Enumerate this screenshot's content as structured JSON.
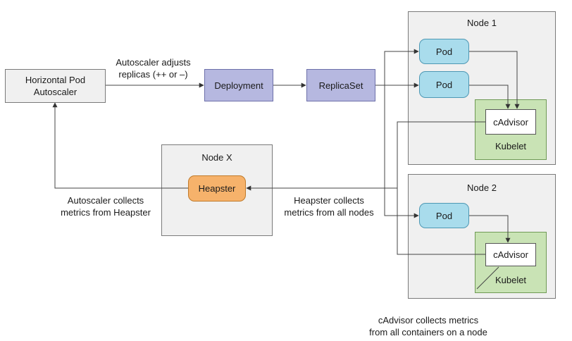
{
  "hpa": {
    "label_line1": "Horizontal Pod",
    "label_line2": "Autoscaler"
  },
  "deployment": {
    "label": "Deployment"
  },
  "replicaset": {
    "label": "ReplicaSet"
  },
  "adjust_note": {
    "line1": "Autoscaler adjusts",
    "line2": "replicas (++ or –)"
  },
  "node1": {
    "title": "Node 1",
    "pods": [
      "Pod",
      "Pod"
    ],
    "cadvisor": "cAdvisor",
    "kubelet": "Kubelet"
  },
  "node2": {
    "title": "Node 2",
    "pods": [
      "Pod"
    ],
    "cadvisor": "cAdvisor",
    "kubelet": "Kubelet"
  },
  "nodex": {
    "title": "Node X",
    "heapster": "Heapster"
  },
  "collect_note": {
    "line1": "Autoscaler collects",
    "line2": "metrics from Heapster"
  },
  "heapster_note": {
    "line1": "Heapster collects",
    "line2": "metrics from all nodes"
  },
  "cadvisor_note": {
    "line1": "cAdvisor collects metrics",
    "line2": "from all containers on a node"
  },
  "colors": {
    "node_bg": "#f0f0f0",
    "kubelet_bg": "#c9e3b5",
    "resource_bg": "#b6b8e0",
    "pod_bg": "#a9dcec",
    "heapster_bg": "#f6b26b",
    "line": "#333333"
  }
}
